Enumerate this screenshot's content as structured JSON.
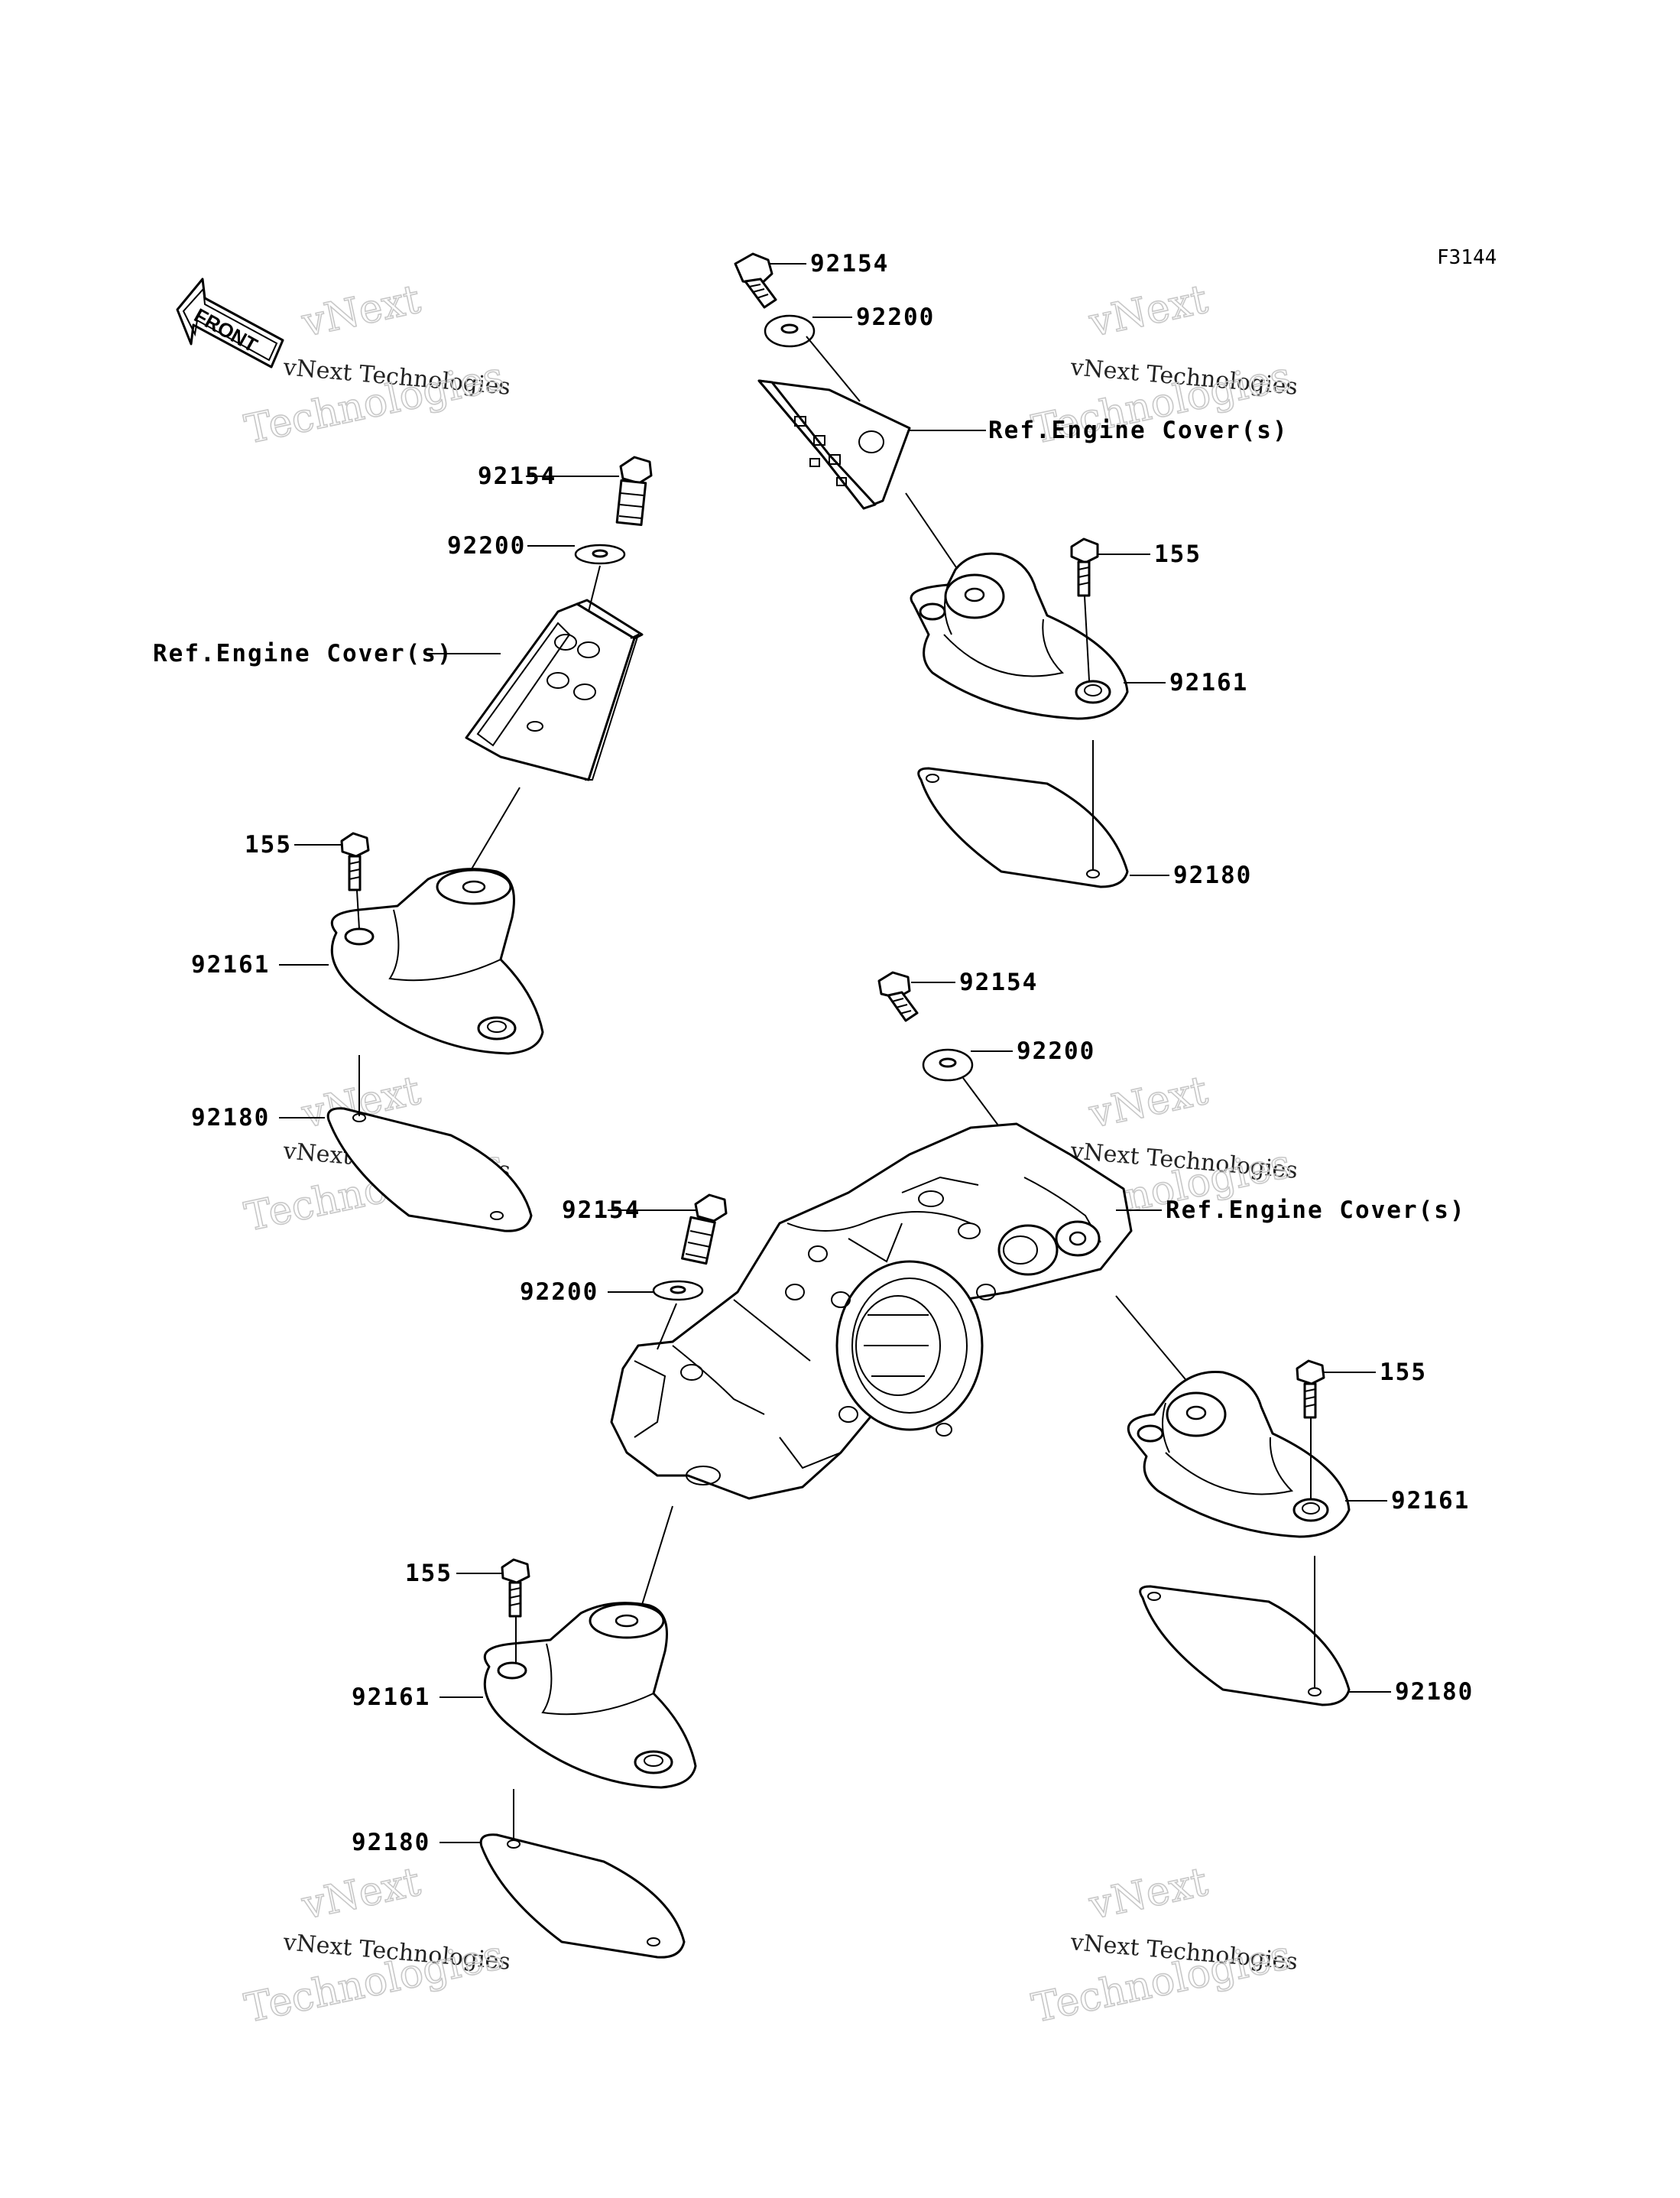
{
  "figure_code": "F3144",
  "front_label": "FRONT",
  "watermark": {
    "line1": "vNext",
    "line2": "vNext Technologies",
    "line3": "Technologies"
  },
  "parts": {
    "bolt": "92154",
    "washer": "92200",
    "ref_engine_cover": "Ref.Engine Cover(s)",
    "small_bolt": "155",
    "damper": "92161",
    "plate": "92180"
  }
}
